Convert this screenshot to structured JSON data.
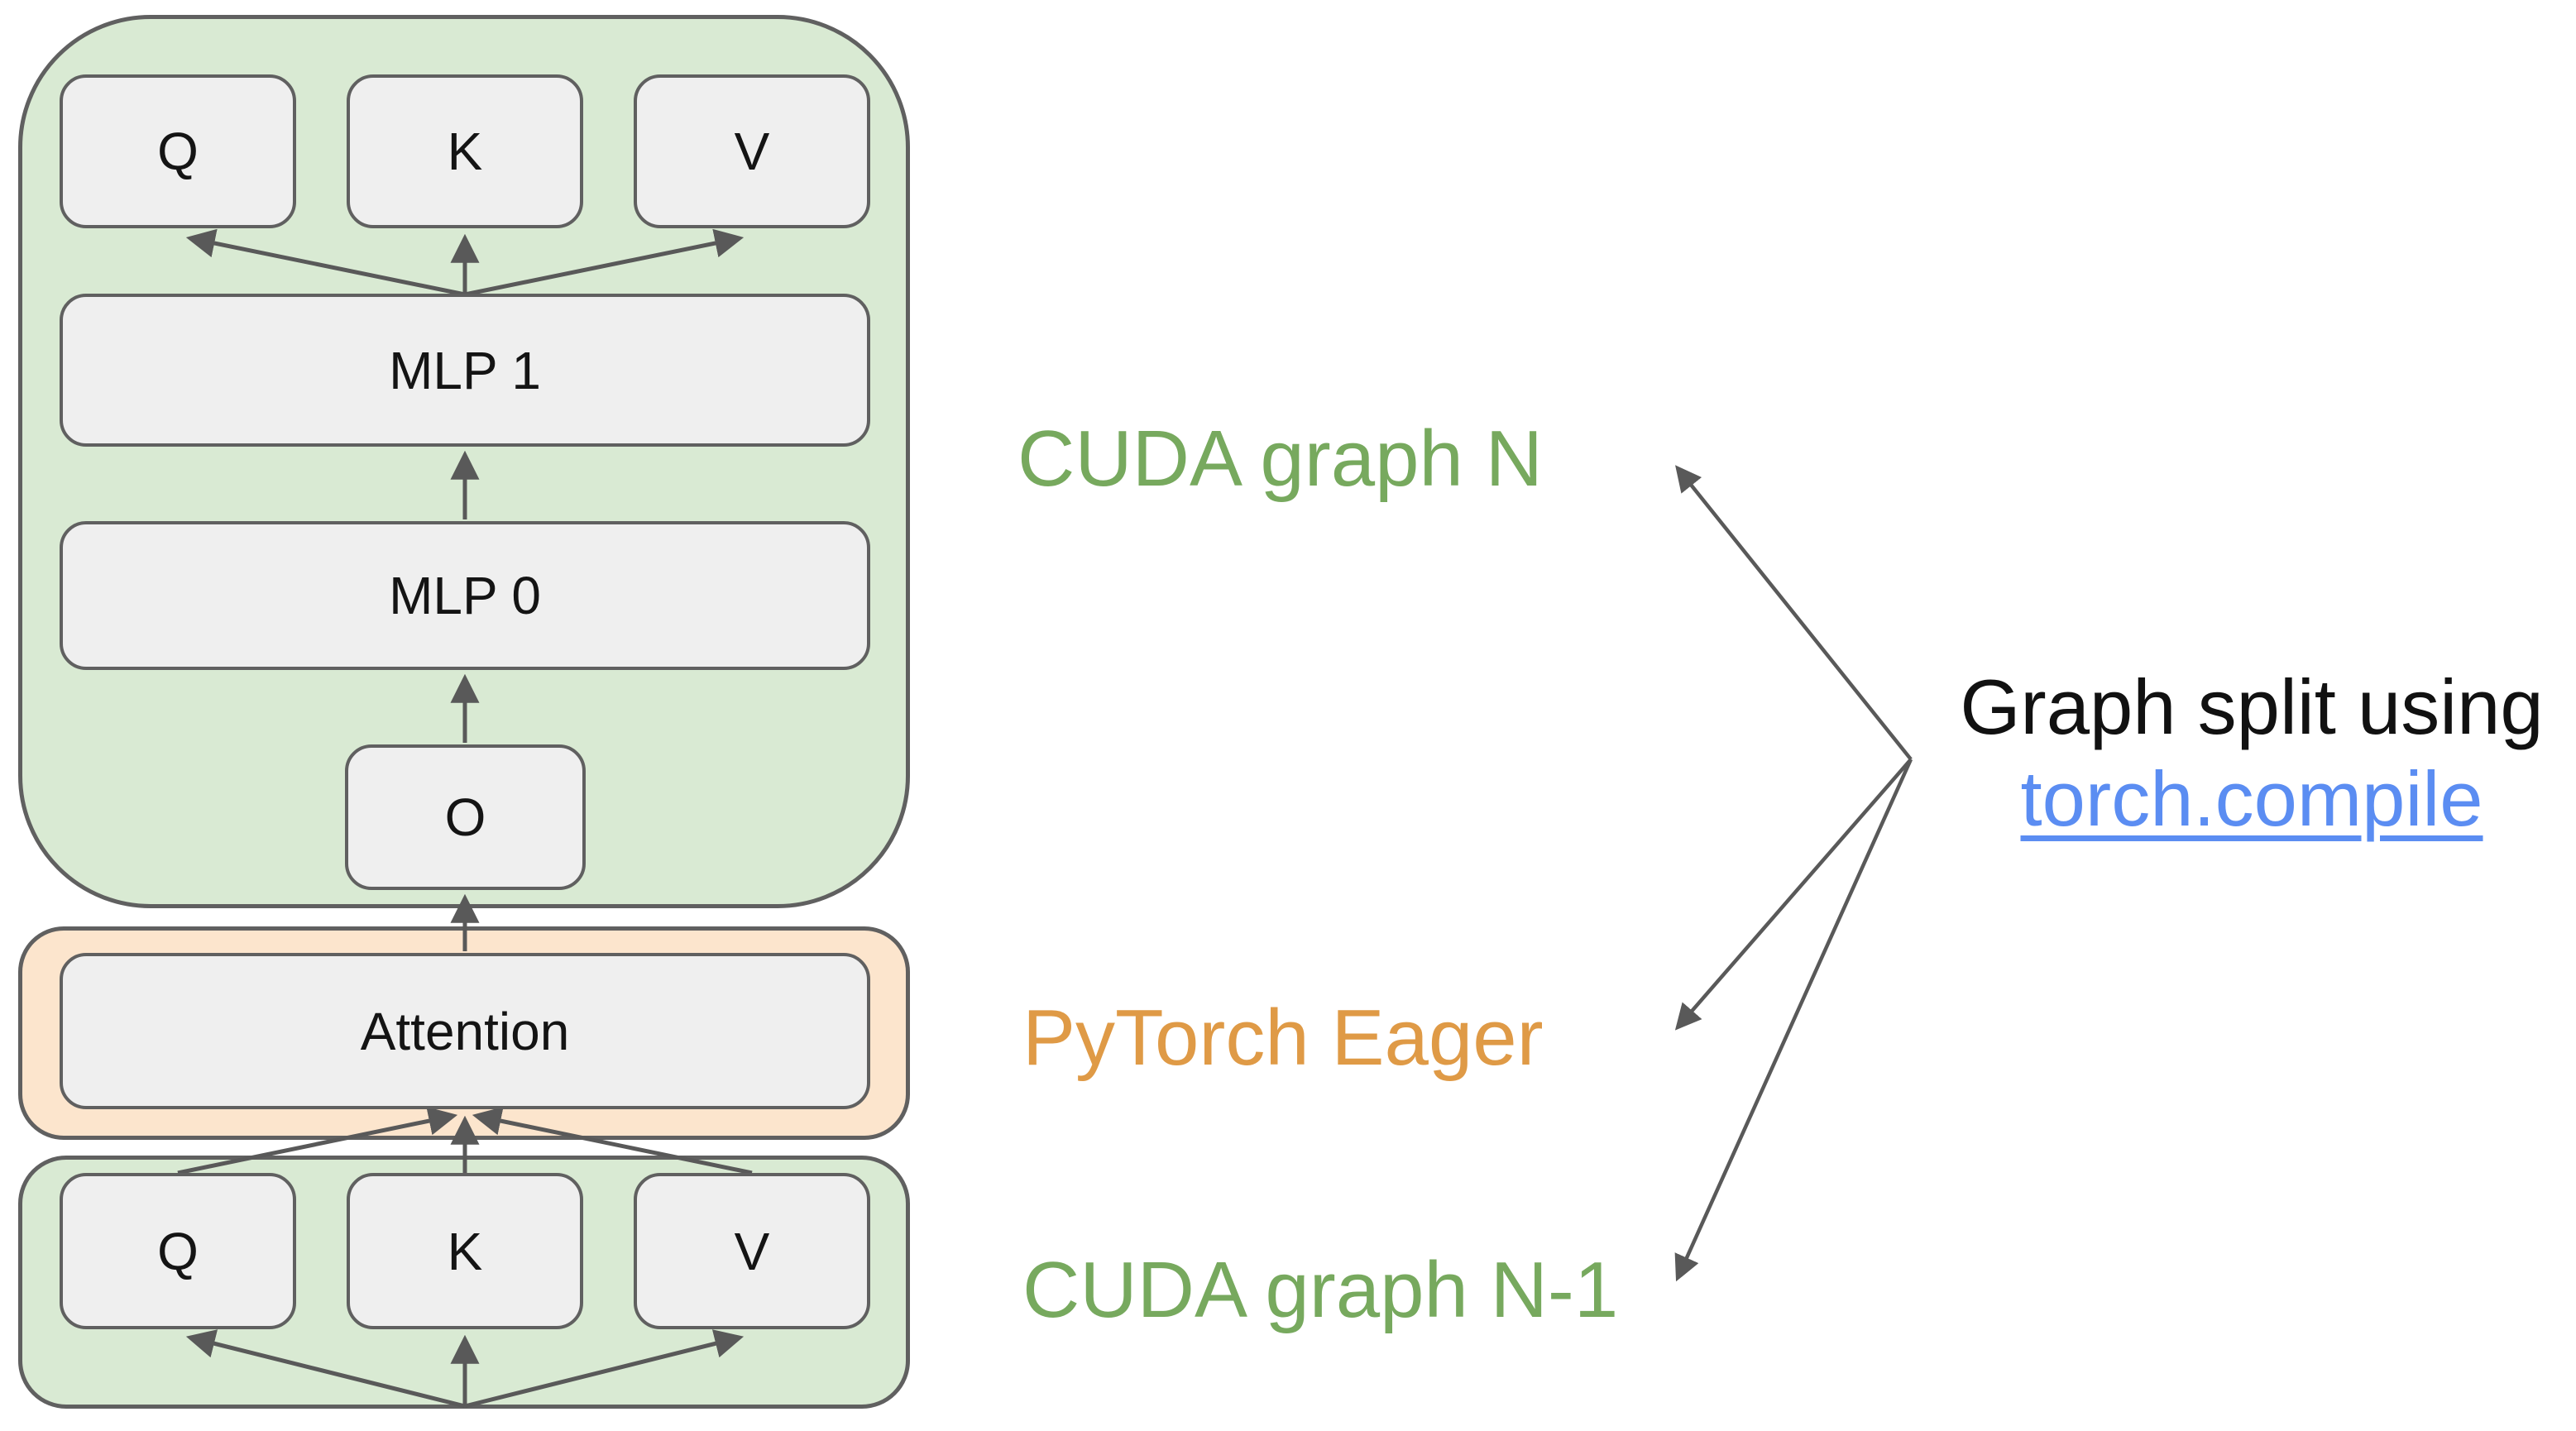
{
  "nodes": {
    "top": {
      "q": "Q",
      "k": "K",
      "v": "V",
      "mlp1": "MLP 1",
      "mlp0": "MLP 0",
      "o": "O"
    },
    "middle": {
      "attention": "Attention"
    },
    "bottom": {
      "q": "Q",
      "k": "K",
      "v": "V"
    }
  },
  "labels": {
    "cuda_graph_n": {
      "text": "CUDA graph N"
    },
    "pytorch_eager": {
      "text": "PyTorch Eager"
    },
    "cuda_graph_n_minus_1": {
      "text": "CUDA graph N-1"
    }
  },
  "annotation": {
    "line1": "Graph split using",
    "link_text": "torch.compile"
  },
  "colors": {
    "cuda_graph_fill": "#d9ead3",
    "eager_fill": "#fce5cd",
    "node_fill": "#efefef",
    "border": "#606060",
    "arrow": "#595959",
    "green_text": "#77a95e",
    "orange_text": "#df9a46",
    "link_color": "#5b8df2"
  }
}
